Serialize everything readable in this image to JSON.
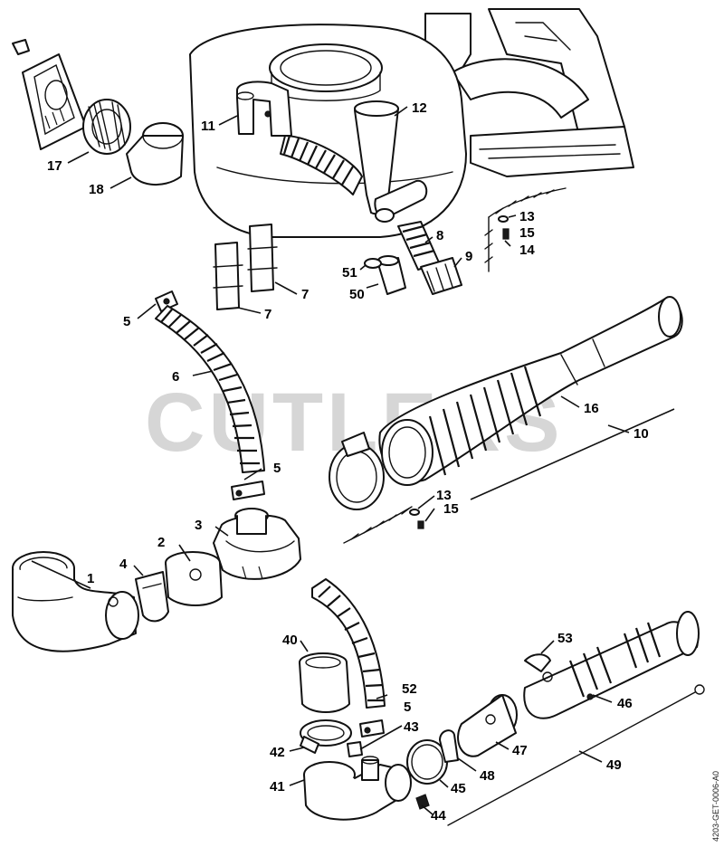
{
  "watermark": "CUTLERS",
  "document_id": "4203-GET-0006-A0",
  "callouts": {
    "c1": "1",
    "c2": "2",
    "c3": "3",
    "c4": "4",
    "c5a": "5",
    "c5b": "5",
    "c5c": "5",
    "c6": "6",
    "c7a": "7",
    "c7b": "7",
    "c8": "8",
    "c9": "9",
    "c10": "10",
    "c11": "11",
    "c12": "12",
    "c13a": "13",
    "c13b": "13",
    "c14": "14",
    "c15a": "15",
    "c15b": "15",
    "c16": "16",
    "c17": "17",
    "c18": "18",
    "c40": "40",
    "c41": "41",
    "c42": "42",
    "c43": "43",
    "c44": "44",
    "c45": "45",
    "c46": "46",
    "c47": "47",
    "c48": "48",
    "c49": "49",
    "c50": "50",
    "c51": "51",
    "c52": "52",
    "c53": "53"
  }
}
